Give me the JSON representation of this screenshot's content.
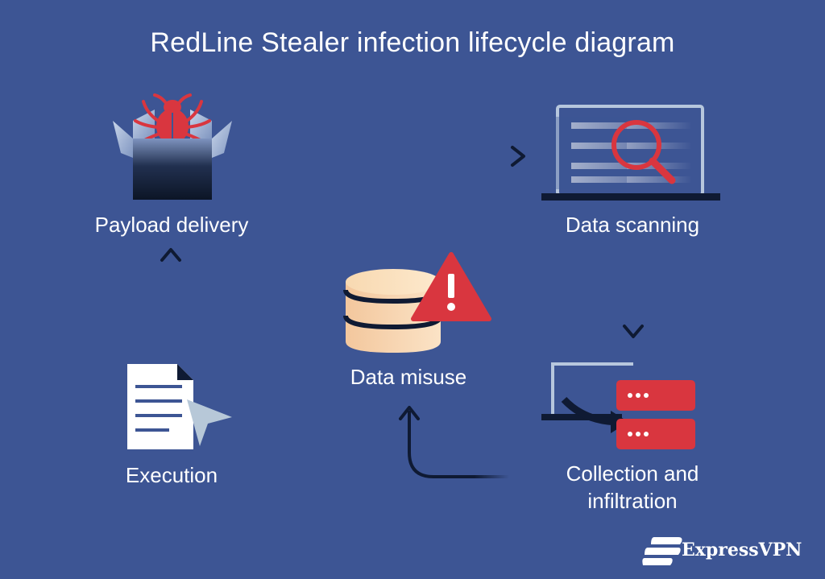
{
  "title": "RedLine Stealer infection lifecycle diagram",
  "stages": {
    "payload_delivery": {
      "label": "Payload delivery",
      "icon": "malware-box-icon"
    },
    "data_scanning": {
      "label": "Data scanning",
      "icon": "laptop-magnifier-icon"
    },
    "collection": {
      "label": "Collection and infiltration",
      "icon": "laptop-server-icon"
    },
    "data_misuse": {
      "label": "Data misuse",
      "icon": "database-warning-icon"
    },
    "execution": {
      "label": "Execution",
      "icon": "document-cursor-icon"
    }
  },
  "brand": {
    "name": "ExpressVPN",
    "icon": "expressvpn-logo-icon"
  },
  "colors": {
    "background": "#3d5594",
    "accent_red": "#d9363f",
    "arrow": "#0f1a33",
    "text": "#ffffff"
  }
}
